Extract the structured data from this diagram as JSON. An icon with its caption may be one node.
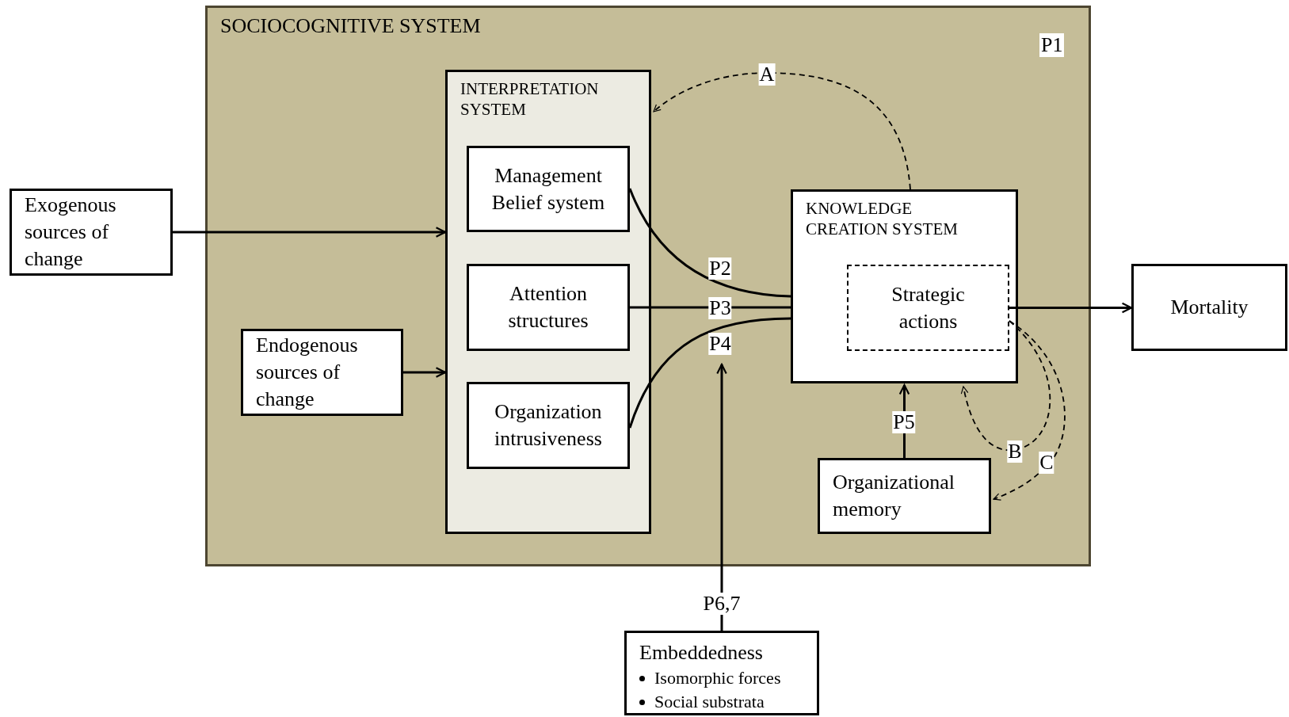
{
  "diagram": {
    "nodes": [
      {
        "text": [
          "SOCIOCOGNITIVE SYSTEM"
        ]
      },
      {
        "text": [
          "INTERPRETATION SYSTEM"
        ],
        "in": 0
      },
      {
        "text": [
          "Management Belief system"
        ],
        "in": 1
      },
      {
        "text": [
          "Attention structures"
        ],
        "in": 1
      },
      {
        "text": [
          "Organization intrusiveness"
        ],
        "in": 1
      },
      {
        "text": [
          "KNOWLEDGE CREATION SYSTEM"
        ],
        "in": 0
      },
      {
        "text": [
          "Strategic actions"
        ],
        "in": 5
      },
      {
        "text": [
          "Organizational memory"
        ],
        "in": 0
      },
      {
        "text": [
          "Exogenous sources of change"
        ]
      },
      {
        "text": [
          "Endogenous sources of change"
        ],
        "in": 0
      },
      {
        "text": [
          "Mortality"
        ]
      },
      {
        "text": [
          "Embeddedness",
          "Isomorphic forces",
          "Social substrata"
        ]
      }
    ],
    "edges": [
      {
        "from": 8,
        "to": 1,
        "arrow": "to"
      },
      {
        "from": 9,
        "to": 1,
        "arrow": "to"
      },
      {
        "from": 2,
        "to": 5,
        "arrow": "none",
        "label": "P2"
      },
      {
        "from": 3,
        "to": 5,
        "arrow": "none",
        "label": "P3"
      },
      {
        "from": 4,
        "to": 5,
        "arrow": "none",
        "label": "P4"
      },
      {
        "from": 11,
        "to": null,
        "arrow": "to",
        "label": "P6,7"
      },
      {
        "from": 7,
        "to": 5,
        "arrow": "to",
        "label": "P5"
      },
      {
        "from": 5,
        "to": 1,
        "arrow": "to",
        "label": "A",
        "style": "dashed"
      },
      {
        "from": 6,
        "to": 5,
        "arrow": "to",
        "label": "B",
        "style": "dashed"
      },
      {
        "from": 6,
        "to": 7,
        "arrow": "to",
        "label": "C",
        "style": "dashed"
      },
      {
        "from": 6,
        "to": 10,
        "arrow": "to"
      }
    ],
    "labels": [
      "P1"
    ]
  }
}
